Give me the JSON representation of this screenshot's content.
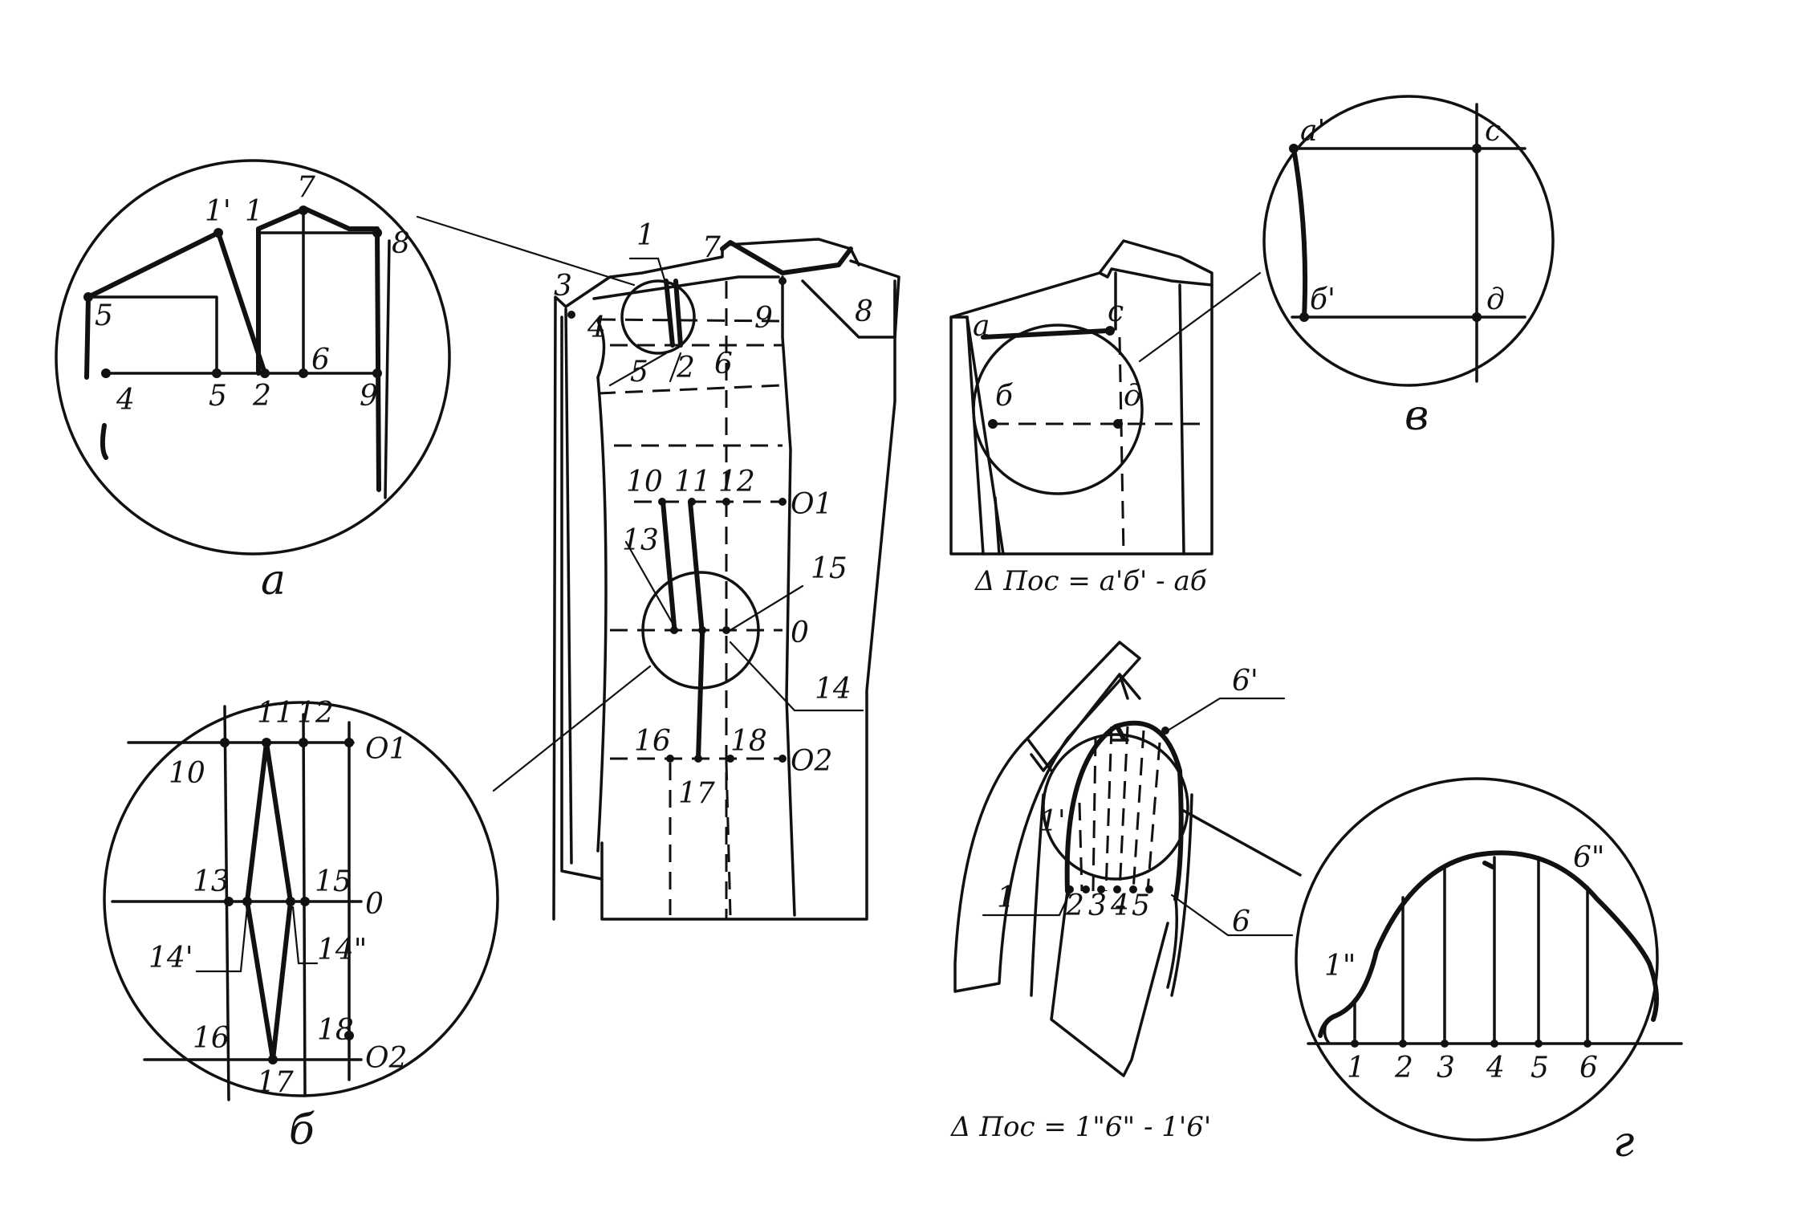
{
  "figure": {
    "view_a_caption": "а",
    "view_b_caption": "б",
    "view_v_caption": "в",
    "view_g_caption": "г",
    "formula_front": "Δ Пос = а'б' - аб",
    "formula_sleeve": "Δ Пос = 1\"6\" - 1'6'"
  },
  "labels": {
    "p1": "1",
    "p1p": "1'",
    "p1pp": "1\"",
    "p2": "2",
    "p3": "3",
    "p4": "4",
    "p5": "5",
    "p6": "6",
    "p6p": "6'",
    "p6pp": "6\"",
    "p7": "7",
    "p8": "8",
    "p9": "9",
    "p10": "10",
    "p11": "11",
    "p12": "12",
    "p13": "13",
    "p14": "14",
    "p14p": "14'",
    "p14pp": "14\"",
    "p15": "15",
    "p16": "16",
    "p17": "17",
    "p18": "18",
    "O": "0",
    "O1": "O1",
    "O2": "O2",
    "a": "а",
    "a_p": "а'",
    "b": "б",
    "b_p": "б'",
    "c": "с",
    "d": "д"
  }
}
